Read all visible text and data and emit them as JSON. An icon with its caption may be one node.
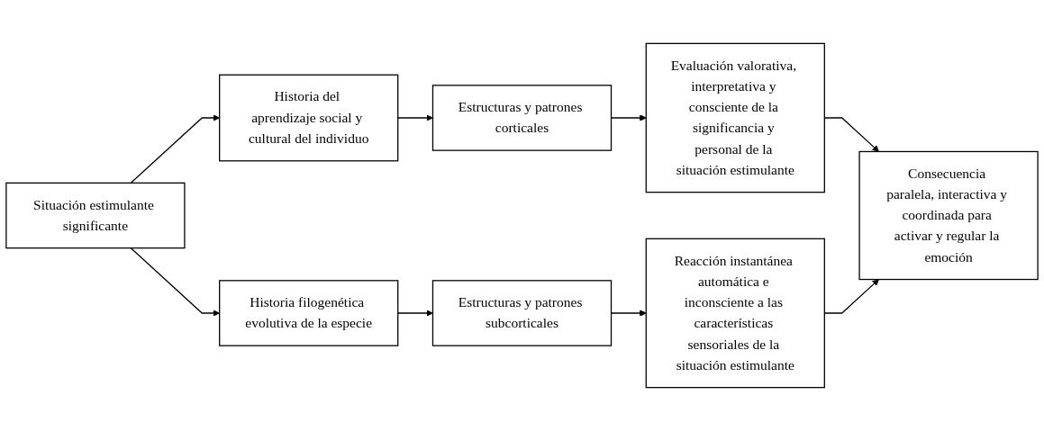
{
  "diagram": {
    "nodes": [
      {
        "text": [
          "Situación estimulante significante"
        ]
      },
      {
        "text": [
          "Historia del aprendizaje social y cultural del individuo"
        ]
      },
      {
        "text": [
          "Estructuras y patrones corticales"
        ]
      },
      {
        "text": [
          "Evaluación valorativa, interpretativa y consciente de la significancia y personal de la situación estimulante"
        ]
      },
      {
        "text": [
          "Consecuencia paralela, interactiva y coordinada para activar y regular la emoción"
        ]
      },
      {
        "text": [
          "Historia filogenética evolutiva de la especie"
        ]
      },
      {
        "text": [
          "Estructuras y patrones subcorticales"
        ]
      },
      {
        "text": [
          "Reacción instantánea automática e inconsciente a las características sensoriales de la situación estimulante"
        ]
      }
    ],
    "edges": [
      {
        "from": 0,
        "to": 1,
        "arrow": "to"
      },
      {
        "from": 1,
        "to": 2,
        "arrow": "to"
      },
      {
        "from": 2,
        "to": 3,
        "arrow": "to"
      },
      {
        "from": 3,
        "to": 4,
        "arrow": "to"
      },
      {
        "from": 0,
        "to": 5,
        "arrow": "to"
      },
      {
        "from": 5,
        "to": 6,
        "arrow": "to"
      },
      {
        "from": 6,
        "to": 7,
        "arrow": "to"
      },
      {
        "from": 7,
        "to": 4,
        "arrow": "to"
      }
    ]
  }
}
